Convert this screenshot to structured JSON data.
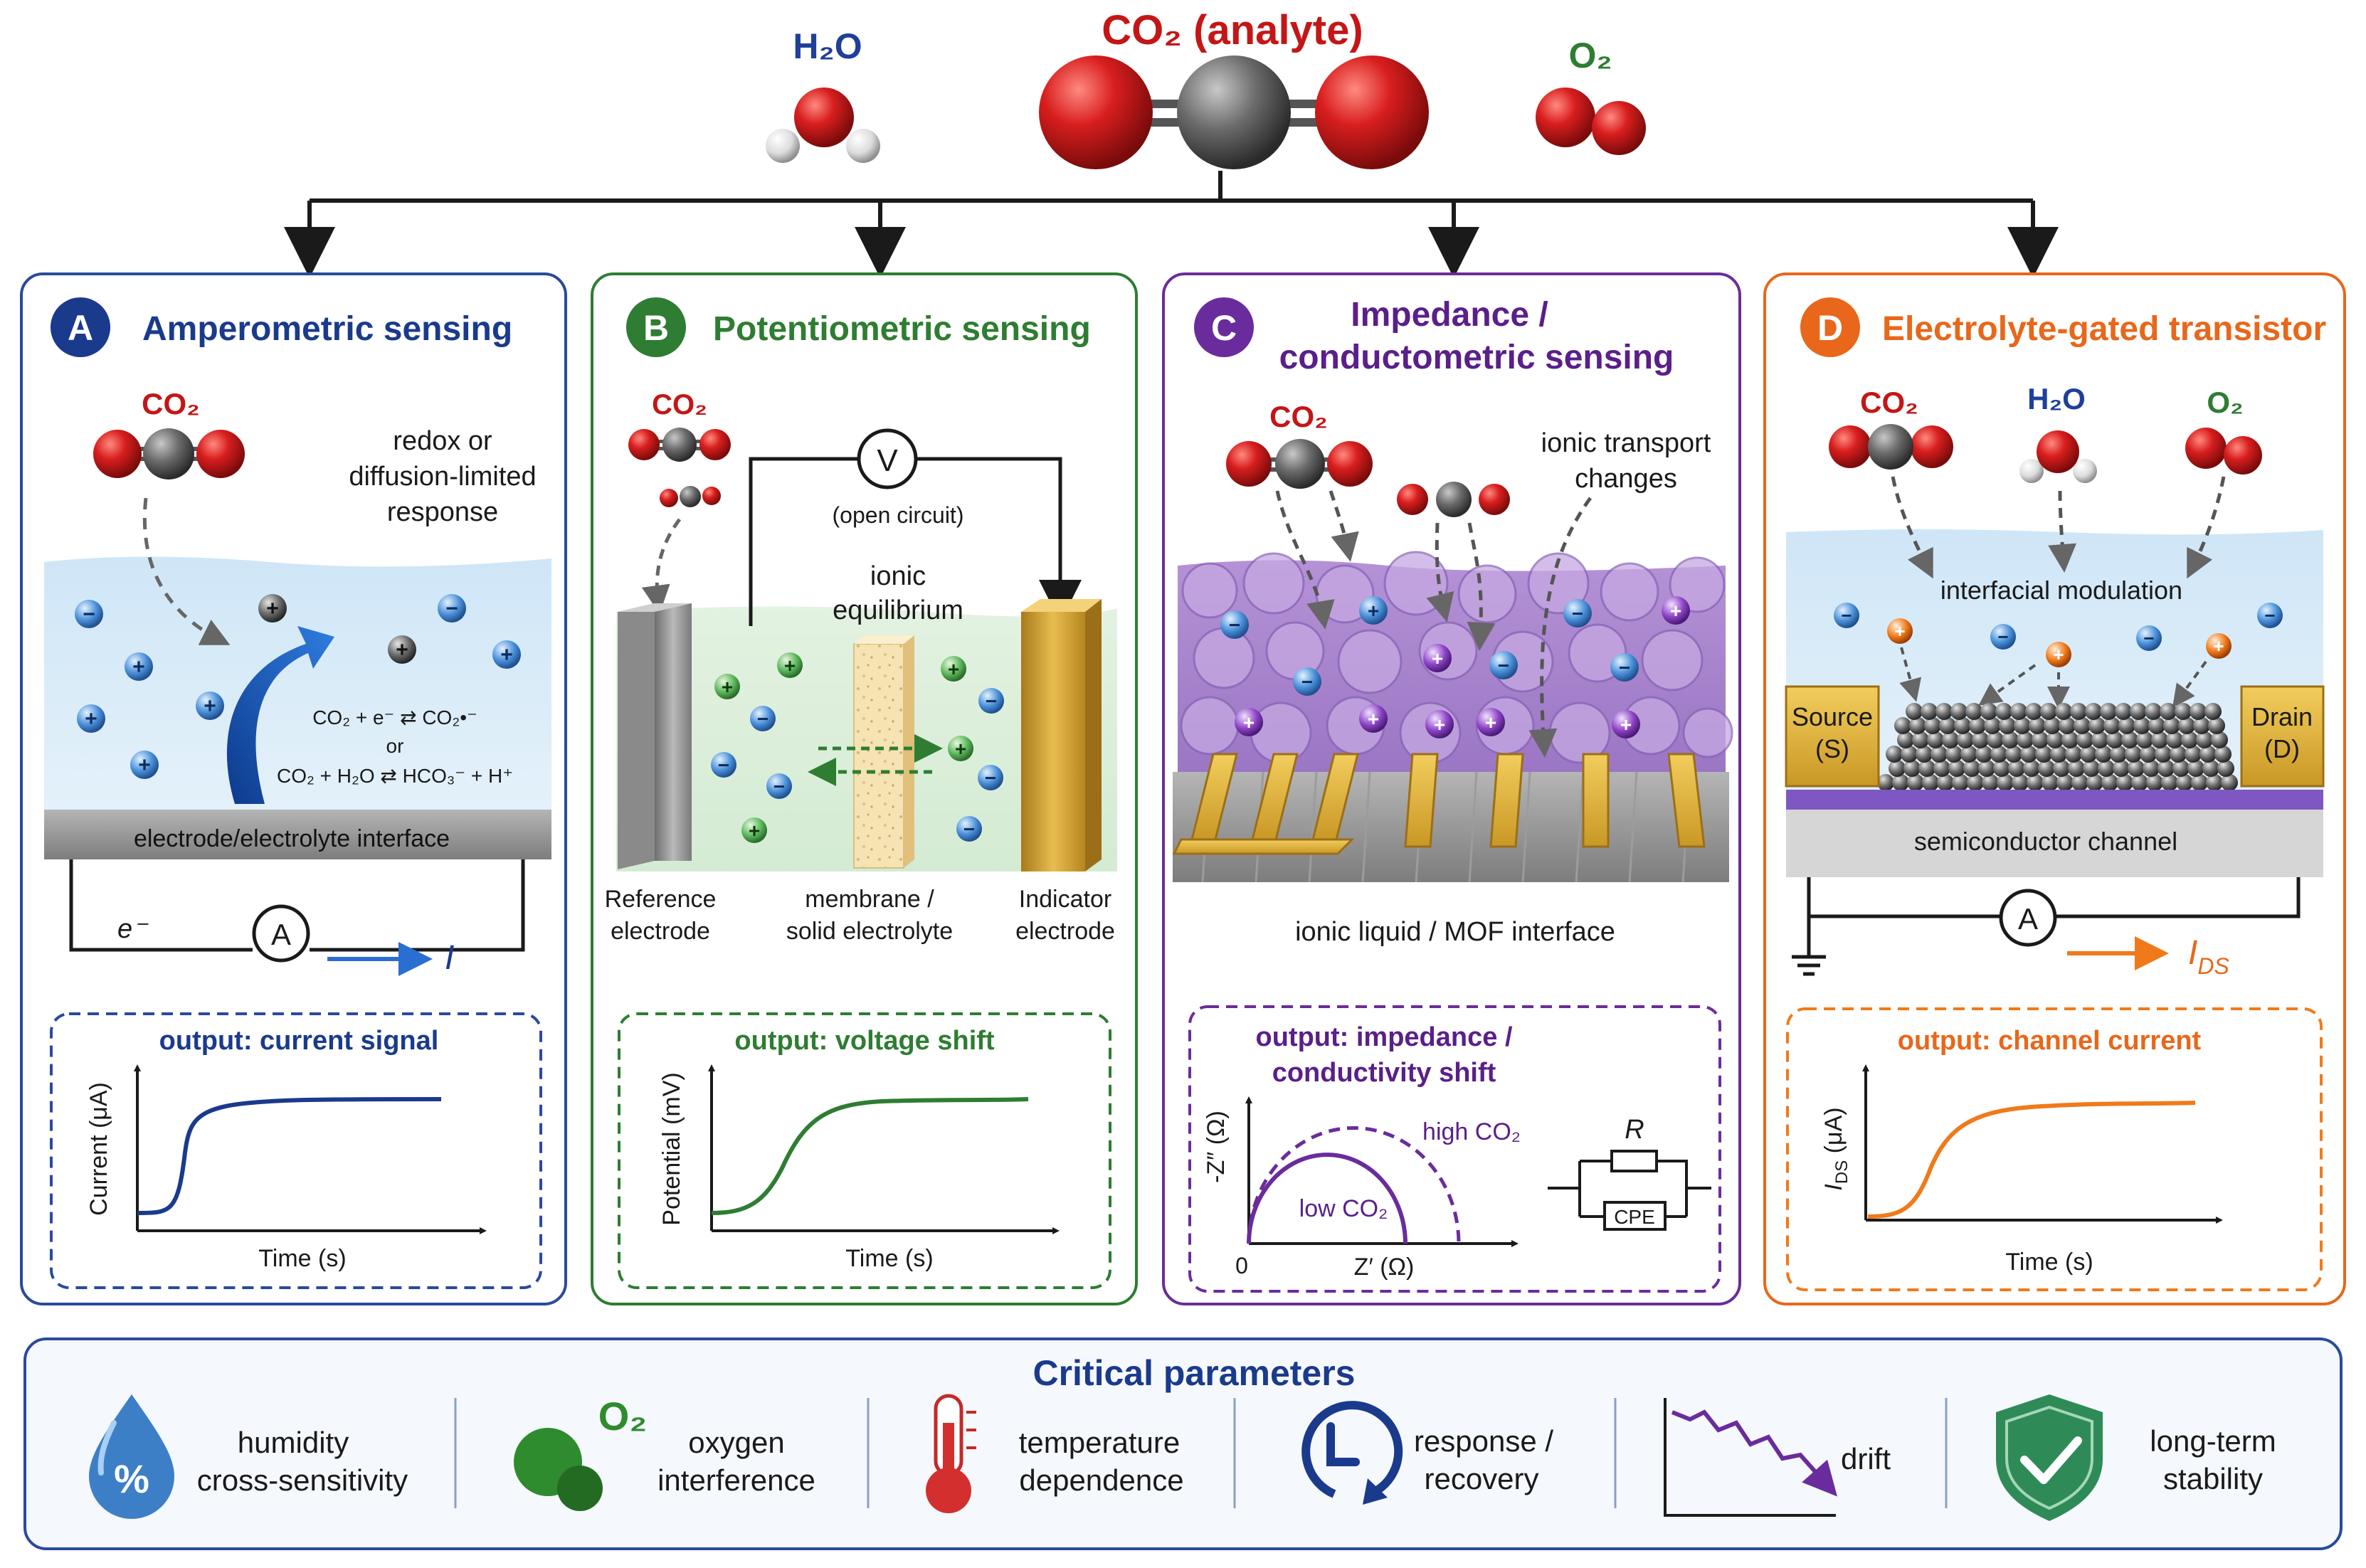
{
  "top": {
    "h2o": "H₂O",
    "co2": "CO₂ (analyte)",
    "o2": "O₂"
  },
  "panels": [
    {
      "letter": "A",
      "title": "Amperometric sensing",
      "color": "#1a3a8c",
      "co2": "CO₂",
      "note": [
        "redox or",
        "diffusion-limited",
        "response"
      ],
      "reaction1": "CO₂ + e⁻ ⇄ CO₂•⁻",
      "reaction_or": "or",
      "reaction2": "CO₂ + H₂O ⇄ HCO₃⁻ + H⁺",
      "interface": "electrode/electrolyte interface",
      "electron": "e⁻",
      "meter": "A",
      "current": "I",
      "output": "output: current signal",
      "ylabel": "Current (μA)",
      "xlabel": "Time (s)"
    },
    {
      "letter": "B",
      "title": "Potentiometric sensing",
      "color": "#2e7d32",
      "co2": "CO₂",
      "meter": "V",
      "open_circuit": "(open circuit)",
      "equilibrium": [
        "ionic",
        "equilibrium"
      ],
      "reference": [
        "Reference",
        "electrode"
      ],
      "membrane": [
        "membrane /",
        "solid electrolyte"
      ],
      "indicator": [
        "Indicator",
        "electrode"
      ],
      "output": "output: voltage shift",
      "ylabel": "Potential (mV)",
      "xlabel": "Time (s)"
    },
    {
      "letter": "C",
      "title": [
        "Impedance /",
        "conductometric sensing"
      ],
      "color": "#6a2c9c",
      "co2": "CO₂",
      "transport": [
        "ionic transport",
        "changes"
      ],
      "interface": "ionic liquid / MOF interface",
      "output": [
        "output: impedance /",
        "conductivity shift"
      ],
      "ylabel": "-Z″ (Ω)",
      "xlabel": "Z′ (Ω)",
      "origin": "0",
      "high": "high CO₂",
      "low": "low CO₂",
      "resistor": "R",
      "cpe": "CPE"
    },
    {
      "letter": "D",
      "title": "Electrolyte-gated transistor",
      "color": "#e8671b",
      "co2": "CO₂",
      "h2o": "H₂O",
      "o2": "O₂",
      "modulation": "interfacial modulation",
      "source": [
        "Source",
        "(S)"
      ],
      "drain": [
        "Drain",
        "(D)"
      ],
      "channel": "semiconductor channel",
      "meter": "A",
      "current": "I",
      "current_sub": "DS",
      "output": "output: channel current",
      "ylabel": "I",
      "ylabel_sub": "DS",
      "ylabel_unit": " (μA)",
      "xlabel": "Time (s)"
    }
  ],
  "critical": {
    "title": "Critical parameters",
    "o2_label": "O₂",
    "items": [
      {
        "label": [
          "humidity",
          "cross-sensitivity"
        ],
        "icon": "humidity-drop-icon"
      },
      {
        "label": [
          "oxygen",
          "interference"
        ],
        "icon": "oxygen-icon"
      },
      {
        "label": [
          "temperature",
          "dependence"
        ],
        "icon": "thermometer-icon"
      },
      {
        "label": [
          "response /",
          "recovery"
        ],
        "icon": "clock-icon"
      },
      {
        "label": [
          "drift"
        ],
        "icon": "drift-chart-icon"
      },
      {
        "label": [
          "long-term",
          "stability"
        ],
        "icon": "shield-check-icon"
      }
    ]
  }
}
